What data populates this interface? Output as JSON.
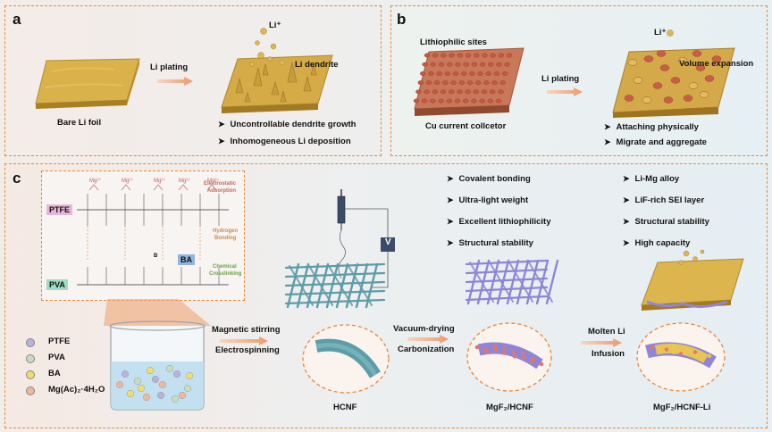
{
  "panel_a": {
    "label": "a",
    "li_ion": "Li⁺",
    "li_dendrite": "Li dendrite",
    "arrow": "Li plating",
    "foil": "Bare Li foil",
    "bullets": [
      "Uncontrollable dendrite growth",
      "Inhomogeneous Li deposition"
    ]
  },
  "panel_b": {
    "label": "b",
    "sites": "Lithiophilic sites",
    "li_ion": "Li⁺",
    "arrow": "Li plating",
    "expansion": "Volume expansion",
    "collector": "Cu current collcetor",
    "bullets": [
      "Attaching physically",
      "Migrate and aggregate"
    ]
  },
  "panel_c": {
    "label": "c",
    "ptfe": "PTFE",
    "pva": "PVA",
    "ba": "BA",
    "mg": "Mg²⁺",
    "b_atom": "B",
    "electrostatic": [
      "Electrostatic",
      "Adsorption"
    ],
    "hydrogen": [
      "Hydrogen",
      "Bonding"
    ],
    "chemical": [
      "Chemical",
      "Crosslinking"
    ],
    "voltage": "V",
    "step1": [
      "Magnetic stirring",
      "Electrospinning"
    ],
    "step2": [
      "Vacuum-drying",
      "Carbonization"
    ],
    "step3": [
      "Molten Li",
      "Infusion"
    ],
    "hcnf": "HCNF",
    "mgf2_hcnf": "MgF₂/HCNF",
    "mgf2_hcnf_li": "MgF₂/HCNF-Li",
    "bullets_mid": [
      "Covalent bonding",
      "Ultra-light weight",
      "Excellent lithiophilicity",
      "Structural stability"
    ],
    "bullets_right": [
      "Li-Mg alloy",
      "LiF-rich SEI layer",
      "Structural stability",
      "High capacity"
    ],
    "legend": [
      {
        "label": "PTFE",
        "color": "#b9b3dc"
      },
      {
        "label": "PVA",
        "color": "#c9dcc0"
      },
      {
        "label": "BA",
        "color": "#f2dc6c"
      },
      {
        "label": "Mg(Ac)₂·4H₂O",
        "color": "#f0b79c"
      }
    ]
  },
  "colors": {
    "accent_border": "#e8873a",
    "li_gold": "#d6ae48",
    "fiber_teal": "#5e9ca6",
    "fiber_purple": "#8f85d8"
  }
}
